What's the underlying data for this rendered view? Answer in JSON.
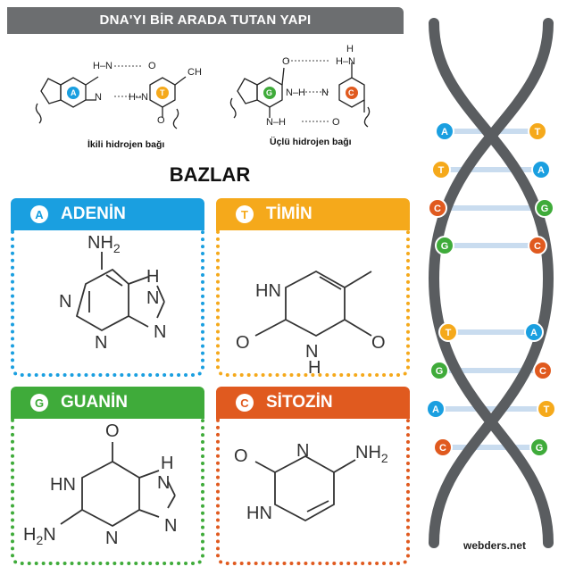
{
  "header": {
    "title": "DNA'YI BİR ARADA TUTAN YAPI"
  },
  "pairs": {
    "double_label": "İkili hidrojen bağı",
    "triple_label": "Üçlü hidrojen bağı"
  },
  "section_title": "BAZLAR",
  "cards": {
    "adenine": {
      "letter": "A",
      "name": "ADENİN",
      "color": "#1a9fe0"
    },
    "thymine": {
      "letter": "T",
      "name": "TİMİN",
      "color": "#f5a91b"
    },
    "guanine": {
      "letter": "G",
      "name": "GUANİN",
      "color": "#3fab3a"
    },
    "cytosine": {
      "letter": "C",
      "name": "SİTOZİN",
      "color": "#e05a1f"
    }
  },
  "labels": {
    "nh2": "NH",
    "n": "N",
    "h": "H",
    "hn": "HN",
    "o": "O",
    "h2n": "H",
    "sub2": "2"
  },
  "helix": {
    "rungs": [
      {
        "left": "A",
        "right": "T"
      },
      {
        "left": "T",
        "right": "A"
      },
      {
        "left": "C",
        "right": "G"
      },
      {
        "left": "G",
        "right": "C"
      },
      {
        "left": "T",
        "right": "A"
      },
      {
        "left": "G",
        "right": "C"
      },
      {
        "left": "A",
        "right": "T"
      },
      {
        "left": "C",
        "right": "G"
      }
    ]
  },
  "colors": {
    "A": "#1a9fe0",
    "T": "#f5a91b",
    "G": "#3fab3a",
    "C": "#e05a1f",
    "strand": "#5a5d60",
    "rung": "#c9dcef"
  },
  "watermark": "webders.net"
}
